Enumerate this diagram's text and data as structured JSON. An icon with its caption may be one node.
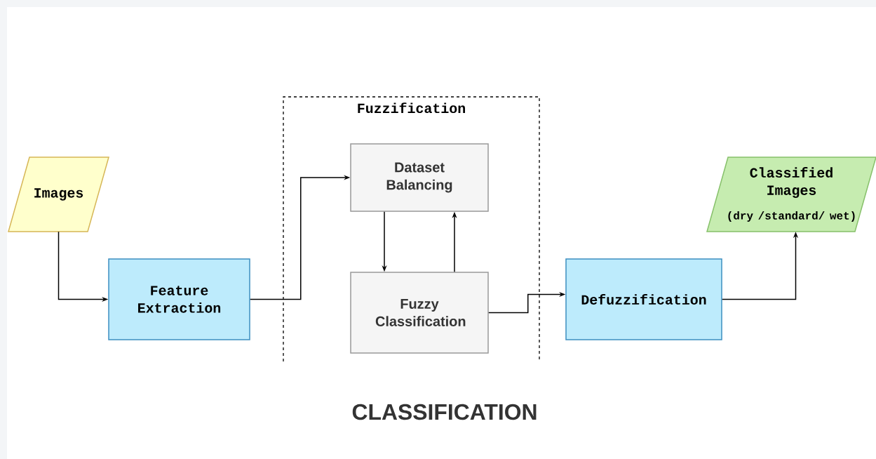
{
  "diagram": {
    "caption": "CLASSIFICATION",
    "nodes": [
      {
        "text": [
          "Images"
        ]
      },
      {
        "text": [
          "Feature Extraction"
        ]
      },
      {
        "text": [
          "Fuzzification"
        ]
      },
      {
        "text": [
          "Dataset Balancing"
        ],
        "in": 2
      },
      {
        "text": [
          "Fuzzy Classification"
        ],
        "in": 2
      },
      {
        "text": [
          "Defuzzification"
        ]
      },
      {
        "text": [
          "Classified Images",
          "(dry /standard/ wet)"
        ]
      }
    ],
    "edges": [
      {
        "from": 0,
        "to": 1,
        "arrow": "to"
      },
      {
        "from": 1,
        "to": 3,
        "arrow": "to"
      },
      {
        "from": 3,
        "to": 4,
        "arrow": "to"
      },
      {
        "from": 4,
        "to": 3,
        "arrow": "to"
      },
      {
        "from": 4,
        "to": 5,
        "arrow": "to"
      },
      {
        "from": 5,
        "to": 6,
        "arrow": "to"
      }
    ]
  }
}
